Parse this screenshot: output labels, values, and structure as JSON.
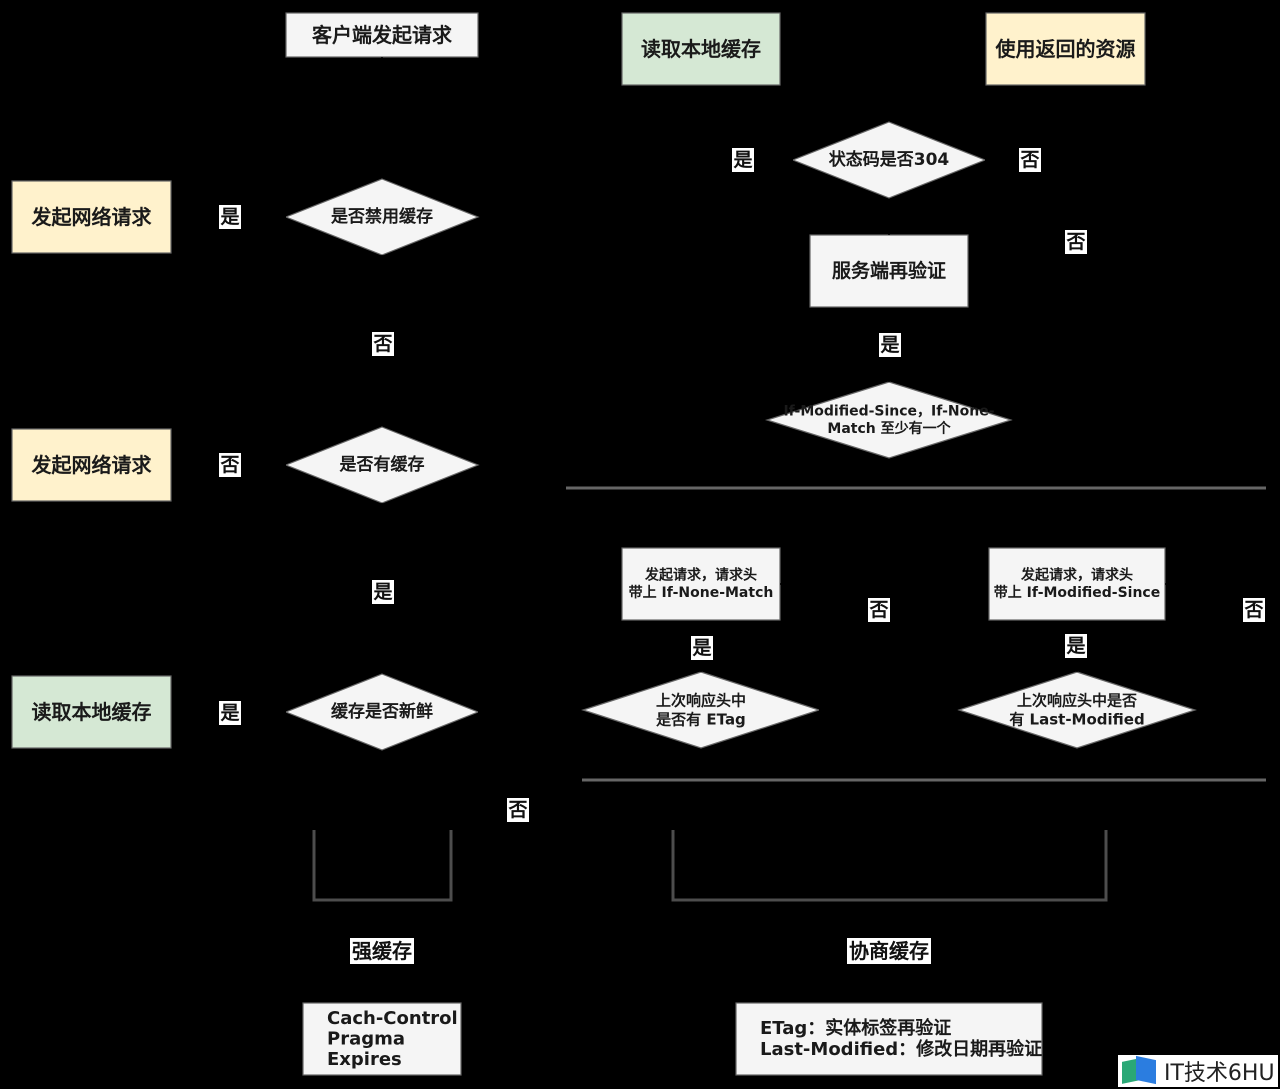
{
  "colors": {
    "background": "#000000",
    "box_default": "#f5f5f5",
    "box_yellow": "#fff2cc",
    "box_green": "#d5e8d4",
    "box_border": "#666666",
    "edge": "#000000",
    "bracket": "#4d4d4d",
    "separator": "#666666",
    "label_bg": "#ffffff"
  },
  "nodes": {
    "client_request": "客户端发起请求",
    "network_request_1": "发起网络请求",
    "disable_cache": "是否禁用缓存",
    "network_request_2": "发起网络请求",
    "has_cache": "是否有缓存",
    "read_local_cache_left": "读取本地缓存",
    "cache_fresh": "缓存是否新鲜",
    "read_local_cache_top": "读取本地缓存",
    "use_returned_resource": "使用返回的资源",
    "status_304": "状态码是否304",
    "server_revalidate": "服务端再验证",
    "if_modified_none_match": [
      "If-Modified-Since，If-None-",
      "Match 至少有一个"
    ],
    "request_if_none_match": [
      "发起请求，请求头",
      "带上 If-None-Match"
    ],
    "request_if_modified_since": [
      "发起请求，请求头",
      "带上 If-Modified-Since"
    ],
    "last_has_etag": [
      "上次响应头中",
      "是否有 ETag"
    ],
    "last_has_last_modified": [
      "上次响应头中是否",
      "有 Last-Modified"
    ]
  },
  "edge_labels": {
    "disable_yes": "是",
    "disable_no": "否",
    "has_cache_no": "否",
    "has_cache_yes": "是",
    "fresh_yes": "是",
    "fresh_no": "否",
    "status_yes": "是",
    "status_no": "否",
    "server_no": "否",
    "server_yes": "是",
    "etag_no": "否",
    "etag_yes": "是",
    "last_modified_no": "否",
    "last_modified_yes": "是"
  },
  "groups": {
    "strong_cache": {
      "title": "强缓存",
      "items": [
        "Cach-Control",
        "Pragma",
        "Expires"
      ]
    },
    "negotiated_cache": {
      "title": "协商缓存",
      "items": [
        "ETag：实体标签再验证",
        "Last-Modified：修改日期再验证"
      ]
    }
  },
  "watermark": "IT技术6HU"
}
